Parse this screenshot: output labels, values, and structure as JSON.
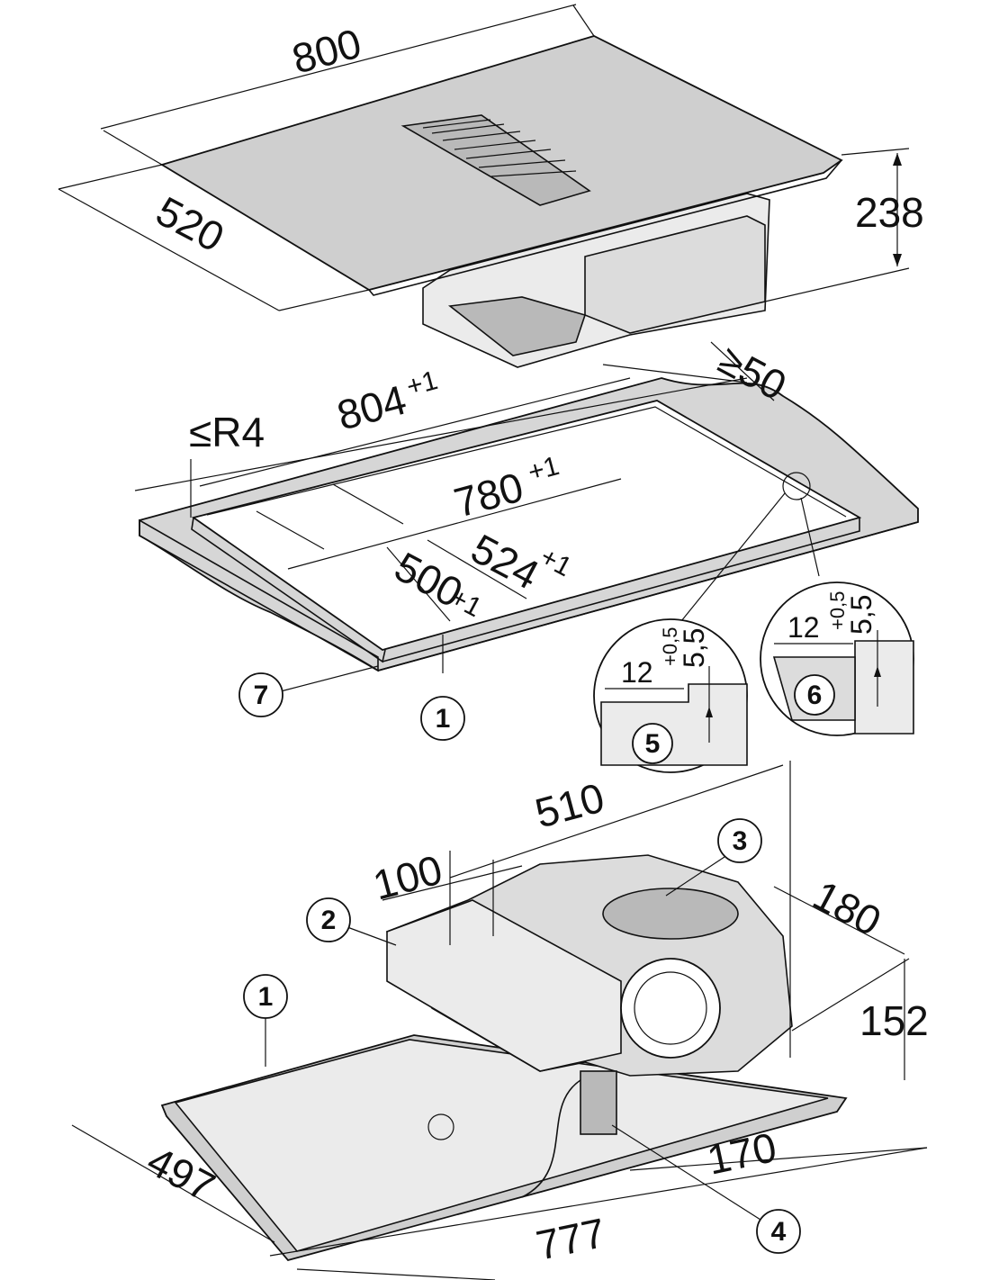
{
  "dimensions": {
    "top_width": "800",
    "top_depth": "520",
    "top_height": "238",
    "clearance": "≥50",
    "corner_radius": "≤R4",
    "cutout_outer": "804",
    "cutout_outer_tol": "+1",
    "cutout_inner_width": "780",
    "cutout_inner_width_tol": "+1",
    "cutout_depth": "524",
    "cutout_depth_tol": "+1",
    "cutout_inner_depth": "500",
    "cutout_inner_depth_tol": "+1",
    "detail_rebate_width": "12",
    "detail_rebate_depth": "5,5",
    "detail_rebate_tol": "+0,5",
    "bottom_width_510": "510",
    "bottom_offset_100": "100",
    "bottom_depth_180": "180",
    "bottom_height_152": "152",
    "bottom_depth_497": "497",
    "bottom_width_777": "777",
    "bottom_offset_170": "170"
  },
  "callouts": {
    "c1": "1",
    "c1b": "1",
    "c2": "2",
    "c3": "3",
    "c4": "4",
    "c5": "5",
    "c6": "6",
    "c7": "7"
  }
}
